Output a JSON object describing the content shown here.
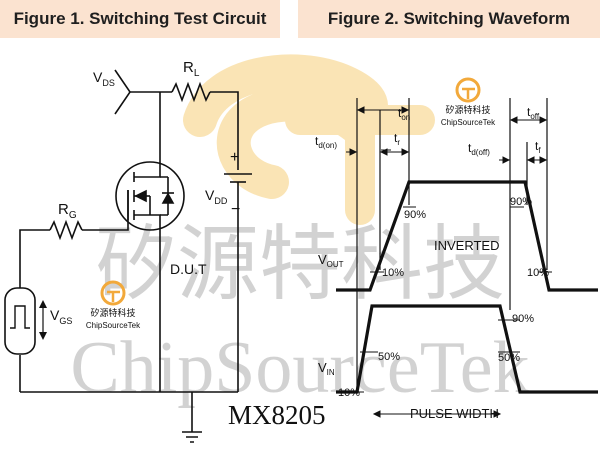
{
  "figures": {
    "fig1_title": "Figure 1. Switching Test Circuit",
    "fig2_title": "Figure 2. Switching Waveform"
  },
  "circuit": {
    "vds": {
      "main": "V",
      "sub": "DS"
    },
    "rl": {
      "main": "R",
      "sub": "L"
    },
    "plus": "+",
    "minus": "−",
    "vdd": {
      "main": "V",
      "sub": "DD"
    },
    "rg": {
      "main": "R",
      "sub": "G"
    },
    "vgs": {
      "main": "V",
      "sub": "GS"
    },
    "dut": "D.U.T"
  },
  "waveform": {
    "ton": {
      "main": "t",
      "sub": "on"
    },
    "toff": {
      "main": "t",
      "sub": "off"
    },
    "tr": {
      "main": "t",
      "sub": "r"
    },
    "tf": {
      "main": "t",
      "sub": "f"
    },
    "tdon": {
      "main": "t",
      "sub": "d(on)"
    },
    "tdoff": {
      "main": "t",
      "sub": "d(off)"
    },
    "vout": {
      "main": "V",
      "sub": "OUT"
    },
    "vin": {
      "main": "V",
      "sub": "IN"
    },
    "inverted": "INVERTED",
    "pulse_width": "PULSE WIDTH",
    "pct90_a": "90%",
    "pct90_b": "90%",
    "pct10_a": "10%",
    "pct10_b": "10%",
    "pct90_in": "90%",
    "pct50_a": "50%",
    "pct50_b": "50%",
    "pct10_in": "10%"
  },
  "watermark": {
    "cn_large": "矽源特科技",
    "en_large": "ChipSourceTek",
    "logo_cn": "矽源特科技",
    "logo_en": "ChipSourceTek"
  },
  "part_number": "MX8205",
  "colors": {
    "header_bg": "#fbe3d0",
    "line": "#111111",
    "watermark_text": "#c8c8c8",
    "logo_orange": "#f2a93b"
  }
}
